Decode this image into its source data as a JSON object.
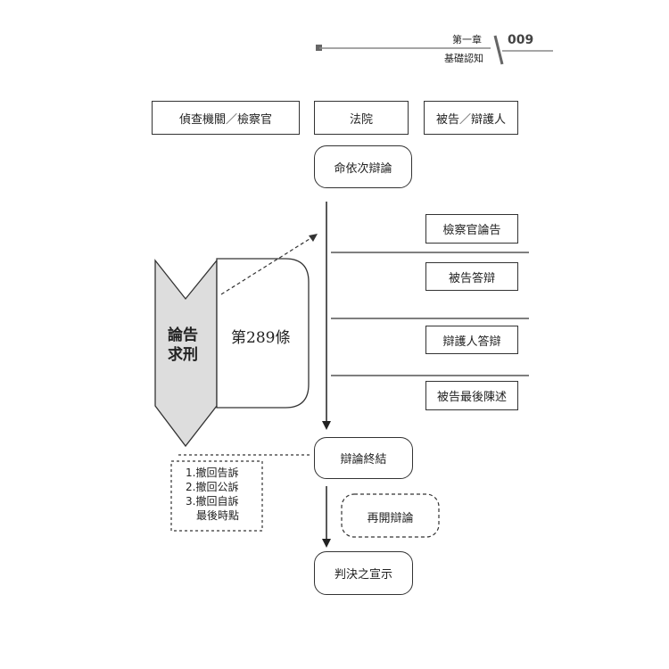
{
  "header": {
    "chapter": "第一章",
    "section": "基礎認知",
    "page_number": "009"
  },
  "columns": [
    "偵查機關／檢察官",
    "法院",
    "被告／辯護人"
  ],
  "court_steps": {
    "start": "命依次辯論",
    "end": "辯論終結",
    "reopen": "再開辯論",
    "verdict": "判決之宣示"
  },
  "party_steps": [
    "檢察官論告",
    "被告答辯",
    "辯護人答辯",
    "被告最後陳述"
  ],
  "chevron_label": [
    "論告",
    "求刑"
  ],
  "article": "第289條",
  "note": {
    "items": [
      "1.撤回告訴",
      "2.撤回公訴",
      "3.撤回自訴"
    ],
    "last": "最後時點"
  }
}
